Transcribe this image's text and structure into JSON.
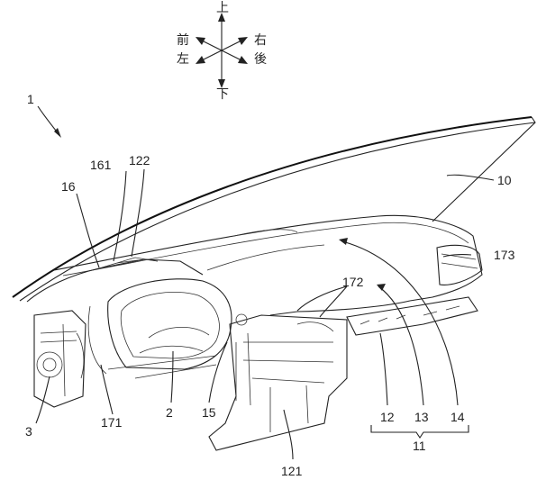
{
  "compass": {
    "up": "上",
    "down": "下",
    "front": "前",
    "left": "左",
    "right": "右",
    "rear": "後"
  },
  "labels": {
    "r1": "1",
    "r2": "2",
    "r3": "3",
    "r10": "10",
    "r11": "11",
    "r12": "12",
    "r13": "13",
    "r14": "14",
    "r15": "15",
    "r16": "16",
    "r121": "121",
    "r122": "122",
    "r161": "161",
    "r171": "171",
    "r172": "172",
    "r173": "173"
  }
}
